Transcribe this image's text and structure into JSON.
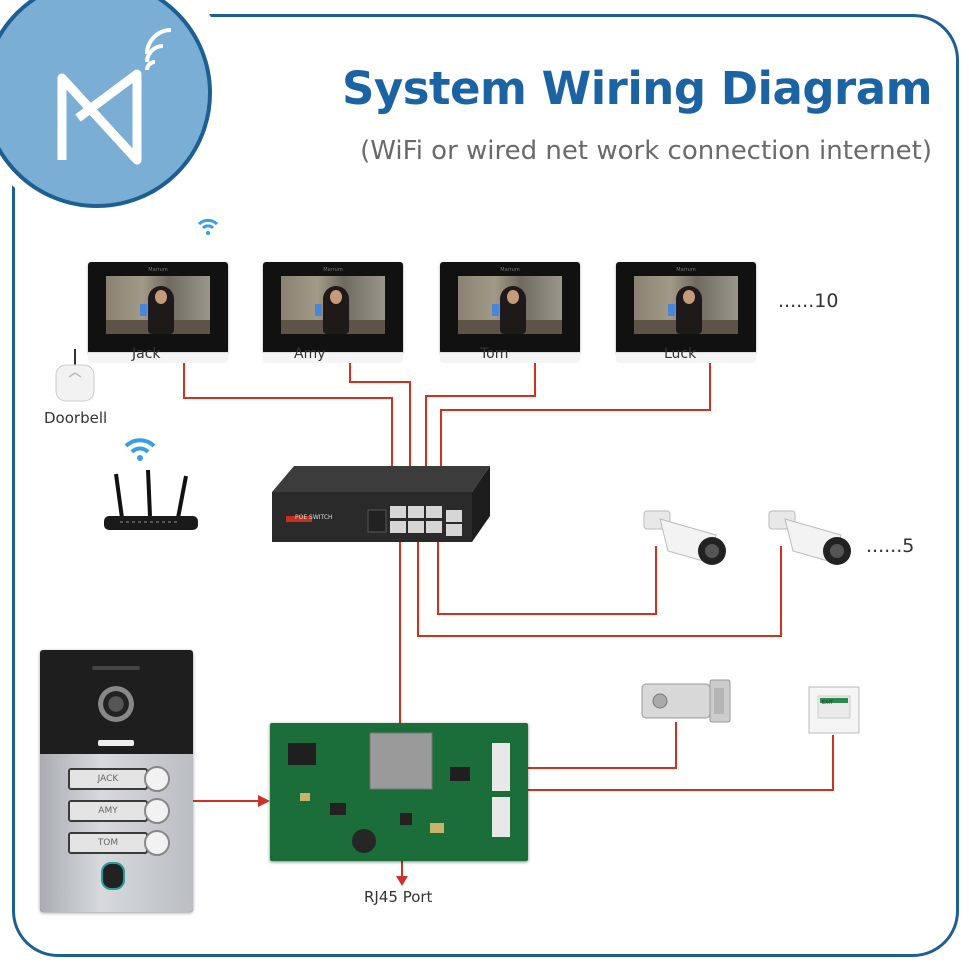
{
  "title": "System Wiring Diagram",
  "subtitle": "(WiFi or wired net work connection internet)",
  "monitors": [
    {
      "name": "Jack"
    },
    {
      "name": "Amy"
    },
    {
      "name": "Tom"
    },
    {
      "name": "Luck"
    }
  ],
  "monitor_brand": "Marrum",
  "monitors_more": "......10",
  "cameras_more": "......5",
  "doorbell_label": "Doorbell",
  "rj45_label": "RJ45 Port",
  "switch_label": "POE SWITCH",
  "door_station_names": [
    "JACK",
    "AMY",
    "TOM"
  ],
  "exit_button_label": "EXIT",
  "colors": {
    "accent": "#1b63a3",
    "wire": "#d4301e",
    "logo": "#7aaed4"
  }
}
